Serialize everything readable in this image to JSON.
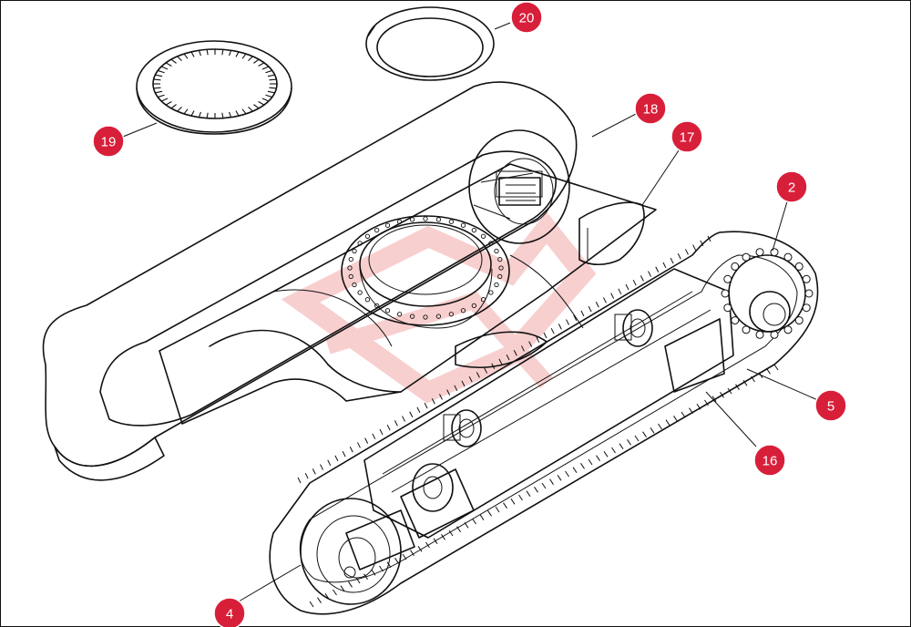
{
  "diagram": {
    "accent_color": "#d81f3a",
    "watermark_color": "#f6c9c9",
    "callouts": [
      {
        "id": "callout-20",
        "label": "20"
      },
      {
        "id": "callout-19",
        "label": "19"
      },
      {
        "id": "callout-18",
        "label": "18"
      },
      {
        "id": "callout-17",
        "label": "17"
      },
      {
        "id": "callout-2",
        "label": "2"
      },
      {
        "id": "callout-5",
        "label": "5"
      },
      {
        "id": "callout-16",
        "label": "16"
      },
      {
        "id": "callout-4",
        "label": "4"
      }
    ]
  }
}
